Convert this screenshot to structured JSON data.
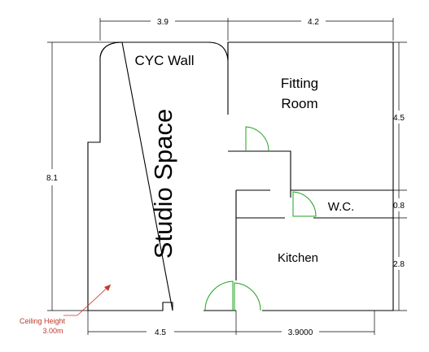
{
  "labels": {
    "cyc_wall": "CYC Wall",
    "studio_space": "Studio Space",
    "fitting_room_line1": "Fitting",
    "fitting_room_line2": "Room",
    "wc": "W.C.",
    "kitchen": "Kitchen"
  },
  "dimensions": {
    "top_left": "3.9",
    "top_right": "4.2",
    "left_overall": "8.1",
    "right_fitting": "4.5",
    "right_wc": "0.8",
    "right_kitchen": "2.8",
    "bottom_left": "4.5",
    "bottom_right": "3.9000"
  },
  "annotation": {
    "line1": "Ceiling Height",
    "line2": "3.00m"
  },
  "colors": {
    "walls": "#000000",
    "doors": "#1fa31f",
    "annotation": "#c0392b"
  }
}
